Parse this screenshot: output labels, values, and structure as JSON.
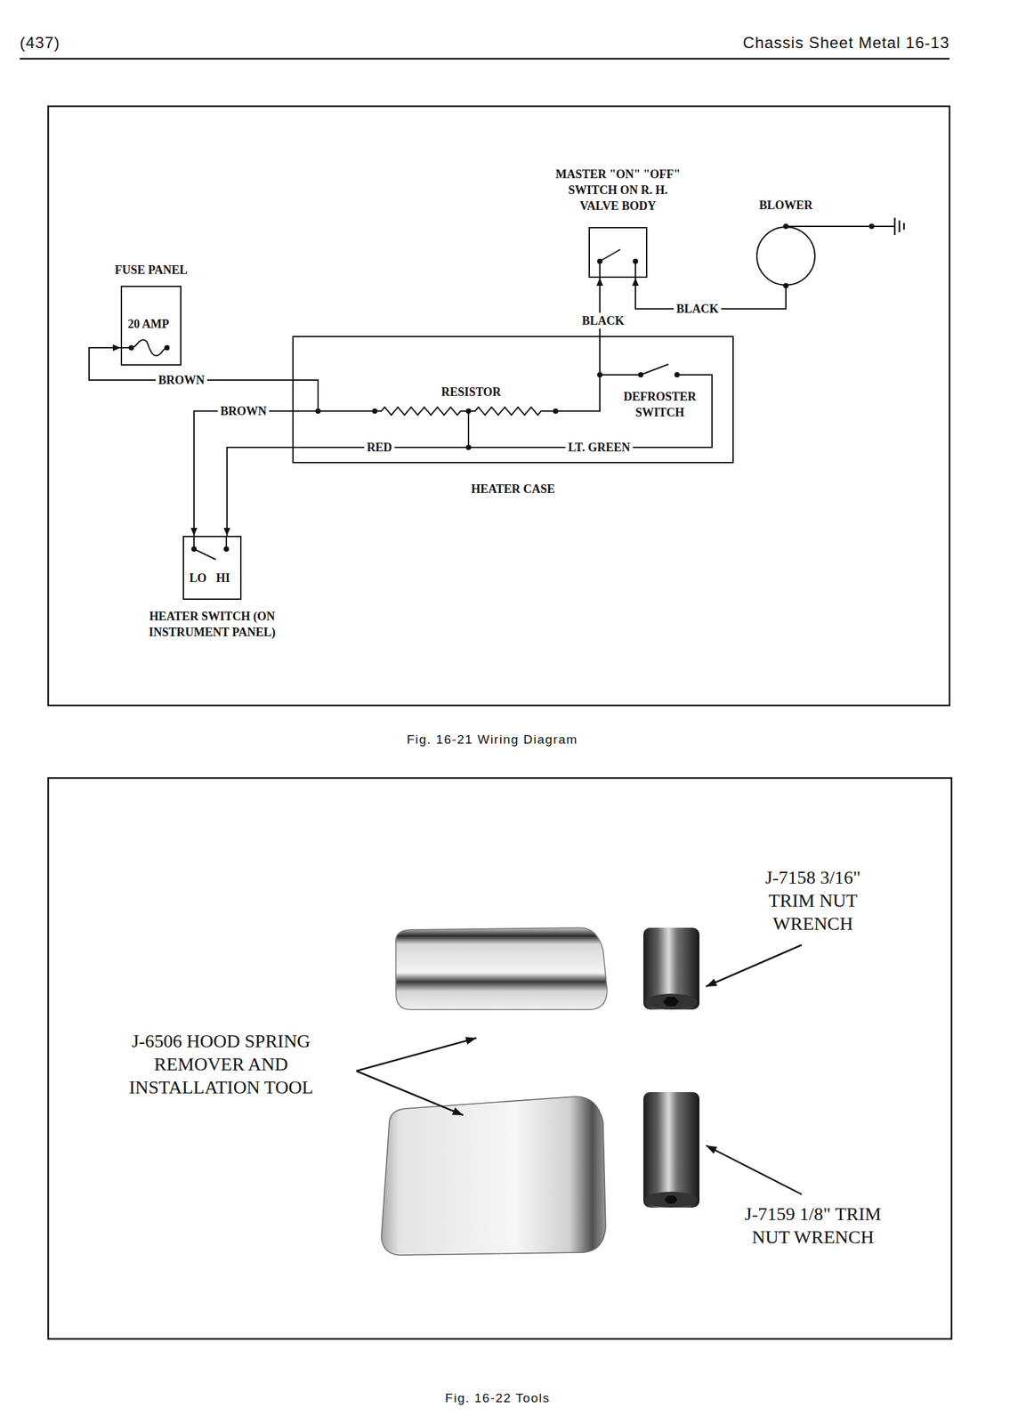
{
  "diagram": {
    "caption": "Fig. 16-21 Wiring Diagram",
    "nodes": [
      {
        "text": [
          "MASTER \"ON\" \"OFF\" SWITCH ON R. H. VALVE BODY"
        ]
      },
      {
        "text": [
          "BLOWER"
        ]
      },
      {
        "text": [
          "FUSE PANEL",
          "20 AMP"
        ]
      },
      {
        "text": [
          "HEATER CASE"
        ]
      },
      {
        "text": [
          "LO",
          "HI",
          "HEATER SWITCH (ON INSTRUMENT PANEL)"
        ]
      }
    ],
    "edges": [
      {
        "from": 3,
        "to": 2,
        "arrow": "to",
        "label": "BROWN"
      },
      {
        "from": 3,
        "to": 4,
        "arrow": "to",
        "label": "BROWN"
      },
      {
        "from": 3,
        "to": 4,
        "arrow": "to",
        "label": "RED"
      },
      {
        "from": 3,
        "to": 0,
        "arrow": "to",
        "label": "BLACK"
      },
      {
        "from": 1,
        "to": 0,
        "arrow": "to",
        "label": "BLACK"
      }
    ],
    "labels": [
      "(437)",
      "Chassis Sheet Metal 16-13",
      "RESISTOR",
      "DEFROSTER SWITCH",
      "LT. GREEN",
      "J-7158 3/16\" TRIM NUT WRENCH",
      "J-6506 HOOD SPRING REMOVER AND INSTALLATION TOOL",
      "J-7159 1/8\" TRIM NUT WRENCH",
      "Fig. 16-22 Tools"
    ]
  }
}
